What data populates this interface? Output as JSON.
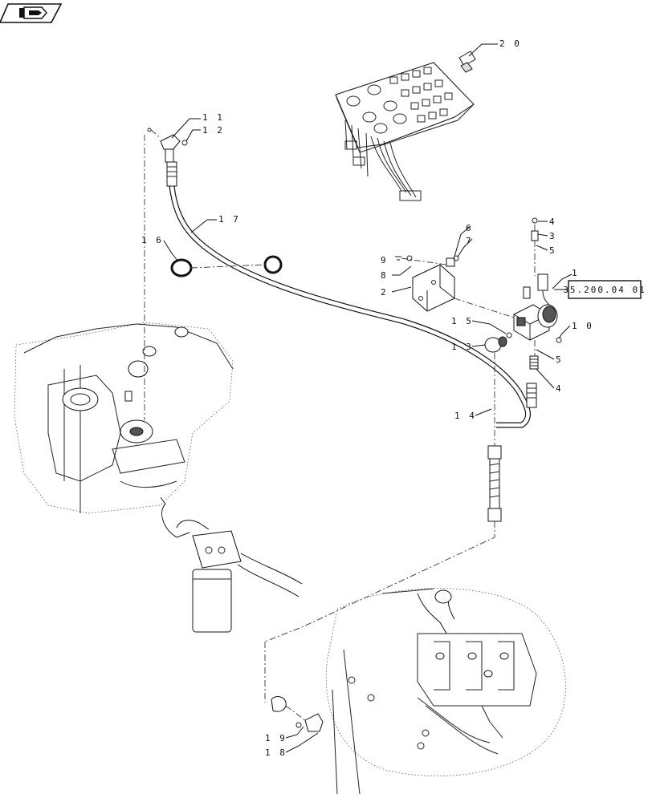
{
  "nav": {
    "icon": "back-arrow-icon"
  },
  "reference_box": {
    "label": "35.200.04 01"
  },
  "callouts": [
    {
      "id": "c20",
      "label": "2 0"
    },
    {
      "id": "c11",
      "label": "1 1"
    },
    {
      "id": "c12",
      "label": "1 2"
    },
    {
      "id": "c17",
      "label": "1 7"
    },
    {
      "id": "c16",
      "label": "1 6"
    },
    {
      "id": "c4a",
      "label": "4"
    },
    {
      "id": "c3",
      "label": "3"
    },
    {
      "id": "c5a",
      "label": "5"
    },
    {
      "id": "c6",
      "label": "6"
    },
    {
      "id": "c7",
      "label": "7"
    },
    {
      "id": "c9",
      "label": "9"
    },
    {
      "id": "c8",
      "label": "8"
    },
    {
      "id": "c2",
      "label": "2"
    },
    {
      "id": "c1",
      "label": "1"
    },
    {
      "id": "c15",
      "label": "1 5"
    },
    {
      "id": "c10",
      "label": "1 0"
    },
    {
      "id": "c13",
      "label": "1 3"
    },
    {
      "id": "c5b",
      "label": "5"
    },
    {
      "id": "c4b",
      "label": "4"
    },
    {
      "id": "c14",
      "label": "1 4"
    },
    {
      "id": "c19",
      "label": "1 9"
    },
    {
      "id": "c18",
      "label": "1 8"
    }
  ]
}
